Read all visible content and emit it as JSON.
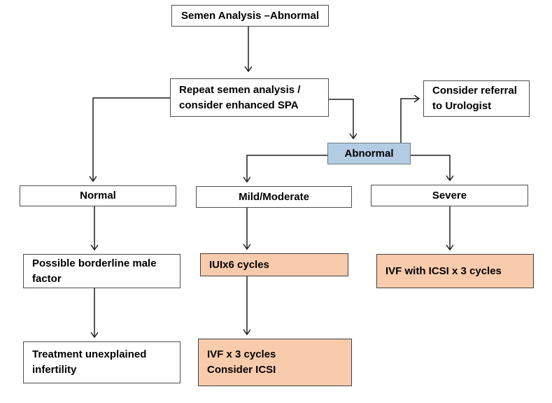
{
  "diagram": {
    "nodes": {
      "semen_analysis": {
        "label": "Semen Analysis –Abnormal"
      },
      "repeat_analysis": {
        "label": "Repeat semen analysis /\nconsider enhanced SPA"
      },
      "urologist_referral": {
        "label": "Consider referral\nto Urologist"
      },
      "abnormal": {
        "label": "Abnormal"
      },
      "normal": {
        "label": "Normal"
      },
      "mild_moderate": {
        "label": "Mild/Moderate"
      },
      "severe": {
        "label": "Severe"
      },
      "borderline_male_factor": {
        "label": "Possible borderline male\nfactor"
      },
      "iui_cycles": {
        "label": "IUIx6 cycles"
      },
      "ivf_with_icsi": {
        "label": "IVF with ICSI x 3 cycles"
      },
      "treatment_unexplained": {
        "label": "Treatment unexplained\ninfertility"
      },
      "ivf_3_cycles": {
        "label": "IVF x 3 cycles\nConsider ICSI"
      }
    },
    "colors": {
      "highlight_blue": "#b4cbe4",
      "highlight_orange": "#f9cbad",
      "box_border": "#4d4d4d",
      "connector_line": "#1f1f1f"
    }
  }
}
